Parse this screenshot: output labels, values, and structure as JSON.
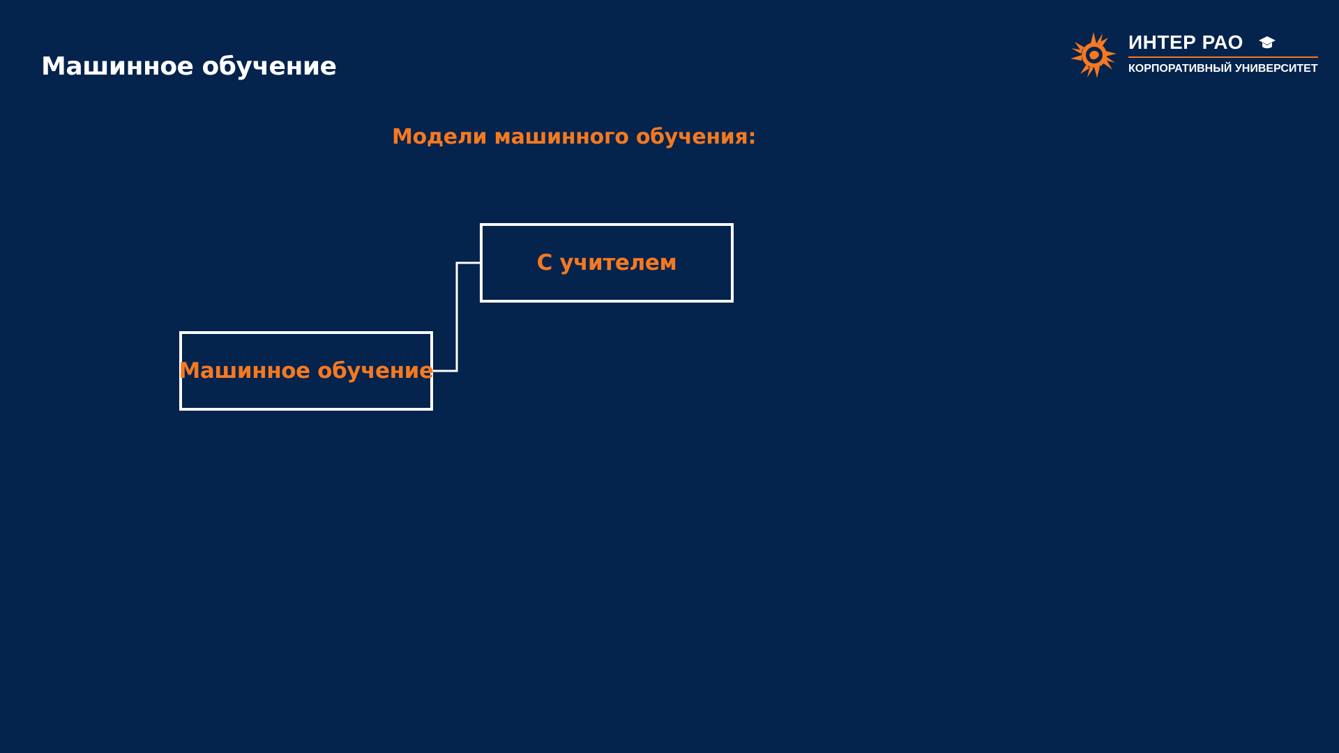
{
  "slide": {
    "title": "Машинное обучение"
  },
  "diagram": {
    "heading": "Модели машинного обучения:",
    "root_node": "Машинное обучение",
    "child_nodes": [
      "С учителем"
    ]
  },
  "logo": {
    "name": "ИНТЕР РАО",
    "subtitle": "КОРПОРАТИВНЫЙ УНИВЕРСИТЕТ",
    "icons": [
      "sun-emblem-icon",
      "graduation-cap-icon"
    ]
  },
  "colors": {
    "background": "#04234d",
    "accent": "#f47921",
    "text": "#ffffff"
  }
}
